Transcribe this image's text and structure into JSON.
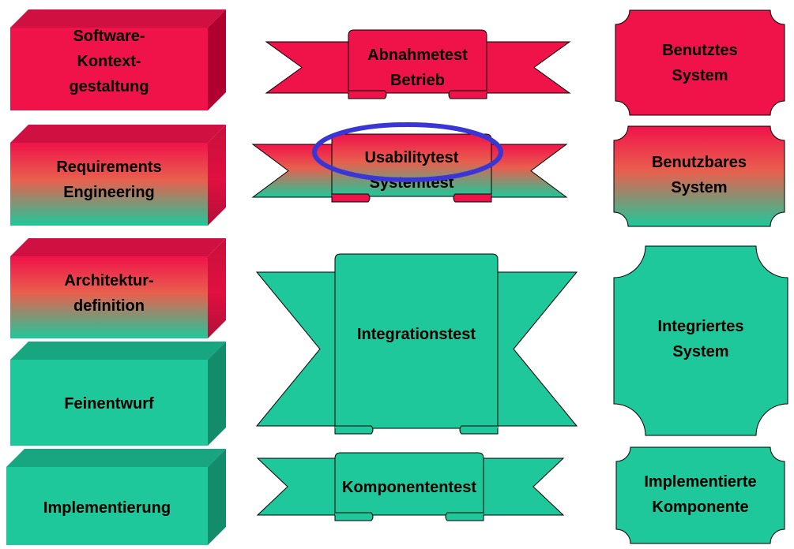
{
  "colors": {
    "red": "#f0134a",
    "red_dark": "#b00030",
    "red_darker": "#d01040",
    "green": "#1ec89a",
    "green_dark": "#128c6a",
    "green_darker": "#18a680",
    "highlight_ellipse": "#3a36d6"
  },
  "activities": [
    {
      "lines": [
        "Software-",
        "Kontext-",
        "gestaltung"
      ],
      "fill": "red"
    },
    {
      "lines": [
        "Requirements",
        "Engineering"
      ],
      "fill": "gradient"
    },
    {
      "lines": [
        "Architektur-",
        "definition"
      ],
      "fill": "gradient"
    },
    {
      "lines": [
        "Feinentwurf"
      ],
      "fill": "green"
    },
    {
      "lines": [
        "Implementierung"
      ],
      "fill": "green"
    }
  ],
  "tests": [
    {
      "lines": [
        "Abnahmetest",
        "Betrieb"
      ],
      "fill": "red"
    },
    {
      "lines": [
        "Usabilitytest",
        "Systemtest"
      ],
      "fill": "gradient",
      "highlighted": true
    },
    {
      "lines": [
        "Integrationstest"
      ],
      "fill": "green"
    },
    {
      "lines": [
        "Komponententest"
      ],
      "fill": "green"
    }
  ],
  "results": [
    {
      "lines": [
        "Benutztes",
        "System"
      ],
      "fill": "red"
    },
    {
      "lines": [
        "Benutzbares",
        "System"
      ],
      "fill": "gradient"
    },
    {
      "lines": [
        "Integriertes",
        "System"
      ],
      "fill": "green"
    },
    {
      "lines": [
        "Implementierte",
        "Komponente"
      ],
      "fill": "green"
    }
  ]
}
